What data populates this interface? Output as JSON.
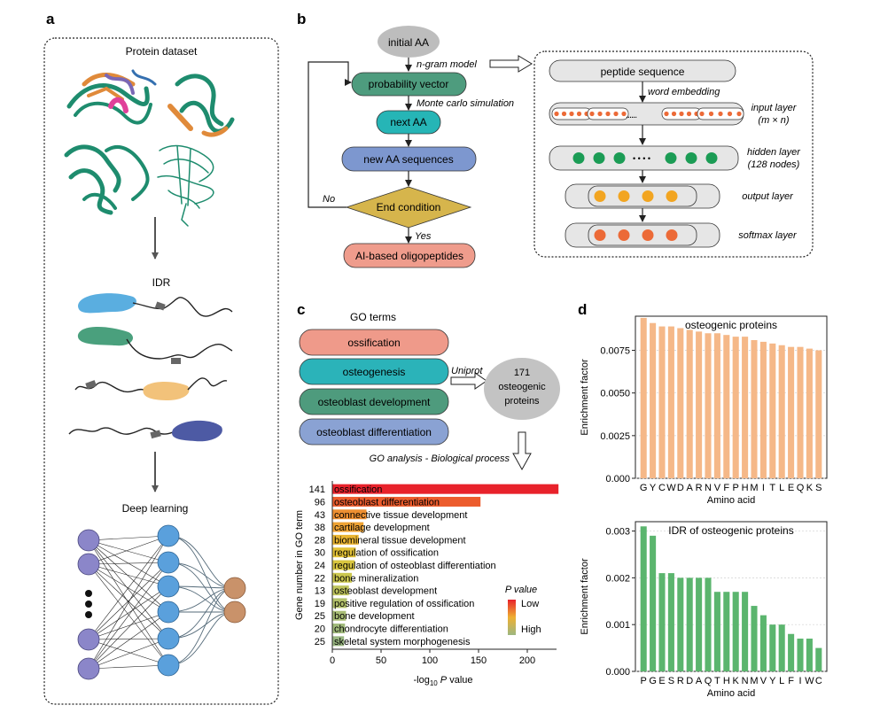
{
  "panel_letters": {
    "a": "a",
    "b": "b",
    "c": "c",
    "d": "d"
  },
  "panel_a": {
    "title": "Protein dataset",
    "idr_label": "IDR",
    "deep_learning_label": "Deep learning",
    "colors": {
      "teal": "#1e8c6e",
      "node_purple": "#8b86c9",
      "node_blue": "#5aa0dc",
      "node_tan": "#c9926a"
    }
  },
  "panel_b": {
    "initial": "initial AA",
    "ngram": "n-gram model",
    "prob_vector": "probability vector",
    "monte_carlo": "Monte carlo simulation",
    "next_aa": "next AA",
    "new_seq": "new AA sequences",
    "end_condition": "End condition",
    "no": "No",
    "yes": "Yes",
    "output": "AI-based oligopeptides",
    "nn": {
      "peptide": "peptide sequence",
      "embedding": "word embedding",
      "input_layer": "input layer",
      "input_dims": "(m × n)",
      "hidden_layer": "hidden layer",
      "hidden_nodes": "(128 nodes)",
      "output_layer": "output layer",
      "softmax_layer": "softmax layer",
      "dots": "......",
      "hidden_dots": "• • • •"
    },
    "colors": {
      "initial": "#bdbdbd",
      "prob": "#4e9c7e",
      "next": "#26b5b6",
      "newseq": "#7d97cf",
      "end": "#d6b54c",
      "output": "#ef9c8c",
      "dot_orange": "#ec6a37",
      "dot_green": "#1b9c55",
      "dot_yellow": "#f2a521"
    }
  },
  "panel_c": {
    "go_title": "GO terms",
    "terms": [
      {
        "label": "ossification",
        "color": "#ef9a8a"
      },
      {
        "label": "osteogenesis",
        "color": "#2bb3b9"
      },
      {
        "label": "osteoblast development",
        "color": "#4e9b7d"
      },
      {
        "label": "osteoblast differentiation",
        "color": "#8aa2d3"
      }
    ],
    "uniprot": "Uniprot",
    "proteins": [
      "171",
      "osteogenic",
      "proteins"
    ],
    "go_analysis": "GO analysis - Biological process",
    "legend_title": "P value",
    "legend_low": "Low",
    "legend_high": "High"
  },
  "chart_data": [
    {
      "type": "bar",
      "orientation": "horizontal",
      "xlabel": "-log10 P value",
      "ylabel": "Gene number in GO term",
      "xlim": [
        0,
        230
      ],
      "xticks": [
        0,
        50,
        100,
        150,
        200
      ],
      "categories": [
        "ossification",
        "osteoblast differentiation",
        "connective tissue development",
        "cartilage development",
        "biomineral tissue development",
        "regulation of ossification",
        "regulation of osteoblast differentiation",
        "bone mineralization",
        "osteoblast development",
        "positive regulation of ossification",
        "bone development",
        "chondrocyte differentiation",
        "skeletal system morphogenesis"
      ],
      "gene_numbers": [
        "141",
        "96",
        "43",
        "38",
        "28",
        "30",
        "24",
        "22",
        "13",
        "19",
        "25",
        "20",
        "25"
      ],
      "values": [
        232,
        152,
        35,
        32,
        27,
        24,
        23,
        20,
        17,
        15,
        14,
        13,
        12
      ],
      "colors": [
        "#e8222b",
        "#ec5c2d",
        "#ed8f31",
        "#eea233",
        "#eab531",
        "#e3c236",
        "#d9c63f",
        "#cbc74e",
        "#bfc55e",
        "#b3c16b",
        "#a8bd75",
        "#a0ba7b",
        "#98b680"
      ]
    },
    {
      "type": "bar",
      "title": "osteogenic proteins",
      "xlabel": "Amino acid",
      "ylabel": "Enrichment factor",
      "ylim": [
        0,
        0.0095
      ],
      "yticks": [
        "0.000",
        "0.0025",
        "0.0050",
        "0.0075"
      ],
      "ytick_values": [
        0,
        0.0025,
        0.005,
        0.0075
      ],
      "categories": [
        "G",
        "Y",
        "C",
        "W",
        "D",
        "A",
        "R",
        "N",
        "V",
        "F",
        "P",
        "H",
        "M",
        "I",
        "T",
        "L",
        "E",
        "Q",
        "K",
        "S"
      ],
      "values": [
        0.0094,
        0.0091,
        0.0089,
        0.0089,
        0.0088,
        0.0087,
        0.0086,
        0.0085,
        0.0085,
        0.0084,
        0.0083,
        0.0083,
        0.0081,
        0.008,
        0.0079,
        0.0078,
        0.0077,
        0.0077,
        0.0076,
        0.0075
      ],
      "color": "#f5b888"
    },
    {
      "type": "bar",
      "title": "IDR of osteogenic proteins",
      "xlabel": "Amino acid",
      "ylabel": "Enrichment factor",
      "ylim": [
        0,
        0.0032
      ],
      "yticks": [
        "0.000",
        "0.001",
        "0.002",
        "0.003"
      ],
      "ytick_values": [
        0,
        0.001,
        0.002,
        0.003
      ],
      "categories": [
        "P",
        "G",
        "E",
        "S",
        "R",
        "D",
        "A",
        "Q",
        "T",
        "H",
        "K",
        "N",
        "M",
        "V",
        "Y",
        "L",
        "F",
        "I",
        "W",
        "C"
      ],
      "values": [
        0.0031,
        0.0029,
        0.0021,
        0.0021,
        0.002,
        0.002,
        0.002,
        0.002,
        0.0017,
        0.0017,
        0.0017,
        0.0017,
        0.0014,
        0.0012,
        0.001,
        0.001,
        0.0008,
        0.0007,
        0.0007,
        0.0005
      ],
      "color": "#5bb56e"
    }
  ]
}
